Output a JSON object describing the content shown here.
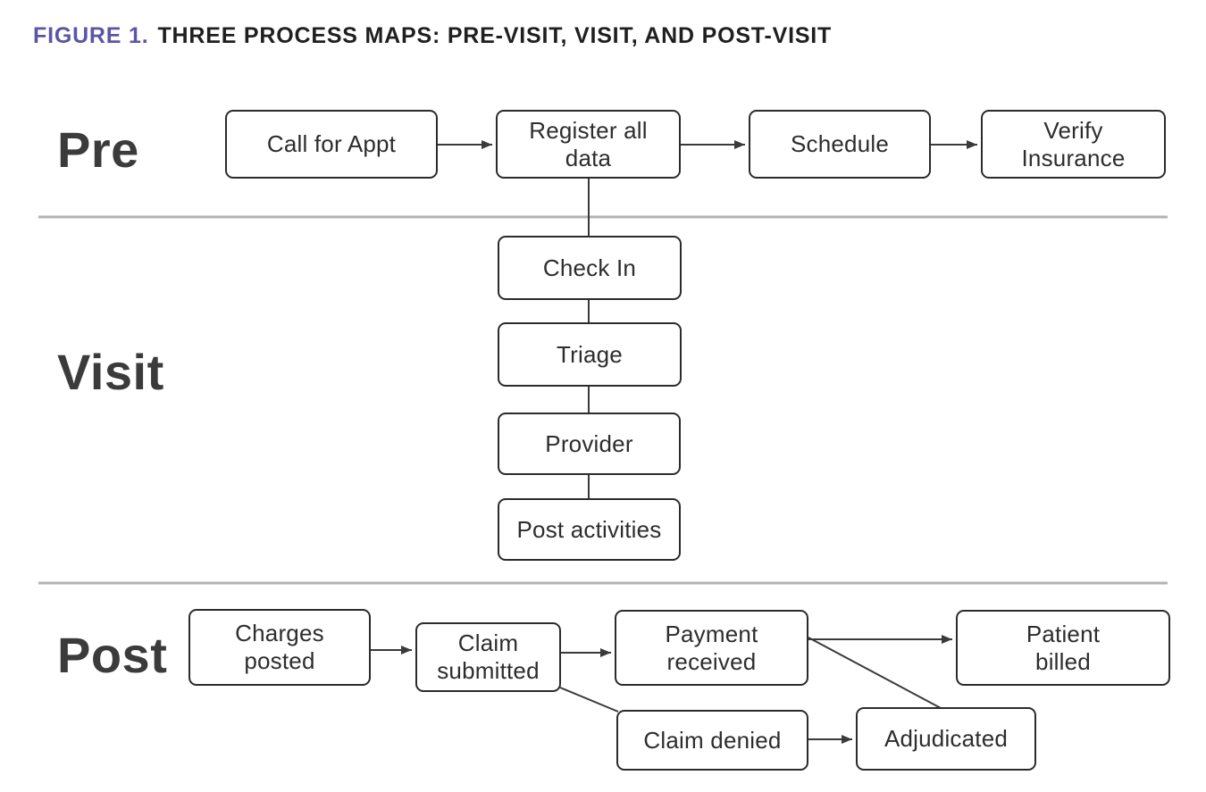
{
  "figure": {
    "label": "FIGURE 1.",
    "title": "THREE PROCESS MAPS: PRE-VISIT, VISIT, AND POST-VISIT",
    "label_color": "#5b55a8",
    "title_color": "#1f1f1f"
  },
  "sections": {
    "pre": {
      "label": "Pre"
    },
    "visit": {
      "label": "Visit"
    },
    "post": {
      "label": "Post"
    }
  },
  "nodes": {
    "call_for_appt": {
      "label": "Call for Appt"
    },
    "register_all_data": {
      "label": "Register all\ndata"
    },
    "schedule": {
      "label": "Schedule"
    },
    "verify_insurance": {
      "label": "Verify\nInsurance"
    },
    "check_in": {
      "label": "Check In"
    },
    "triage": {
      "label": "Triage"
    },
    "provider": {
      "label": "Provider"
    },
    "post_activities": {
      "label": "Post activities"
    },
    "charges_posted": {
      "label": "Charges\nposted"
    },
    "claim_submitted": {
      "label": "Claim\nsubmitted"
    },
    "payment_received": {
      "label": "Payment\nreceived"
    },
    "patient_billed": {
      "label": "Patient\nbilled"
    },
    "claim_denied": {
      "label": "Claim denied"
    },
    "adjudicated": {
      "label": "Adjudicated"
    }
  },
  "edges": [
    {
      "from": "call_for_appt",
      "to": "register_all_data",
      "arrow": true
    },
    {
      "from": "register_all_data",
      "to": "schedule",
      "arrow": true
    },
    {
      "from": "schedule",
      "to": "verify_insurance",
      "arrow": true
    },
    {
      "from": "register_all_data",
      "to": "check_in",
      "arrow": false
    },
    {
      "from": "check_in",
      "to": "triage",
      "arrow": false
    },
    {
      "from": "triage",
      "to": "provider",
      "arrow": false
    },
    {
      "from": "provider",
      "to": "post_activities",
      "arrow": false
    },
    {
      "from": "charges_posted",
      "to": "claim_submitted",
      "arrow": true
    },
    {
      "from": "claim_submitted",
      "to": "payment_received",
      "arrow": true
    },
    {
      "from": "payment_received",
      "to": "patient_billed",
      "arrow": true
    },
    {
      "from": "payment_received",
      "to": "adjudicated",
      "arrow": false
    },
    {
      "from": "claim_submitted",
      "to": "claim_denied",
      "arrow": false
    },
    {
      "from": "claim_denied",
      "to": "adjudicated",
      "arrow": true
    }
  ],
  "style_colors": {
    "box_border": "#2b2b2b",
    "connector": "#3a3a3a",
    "divider": "#b3b3b3"
  }
}
